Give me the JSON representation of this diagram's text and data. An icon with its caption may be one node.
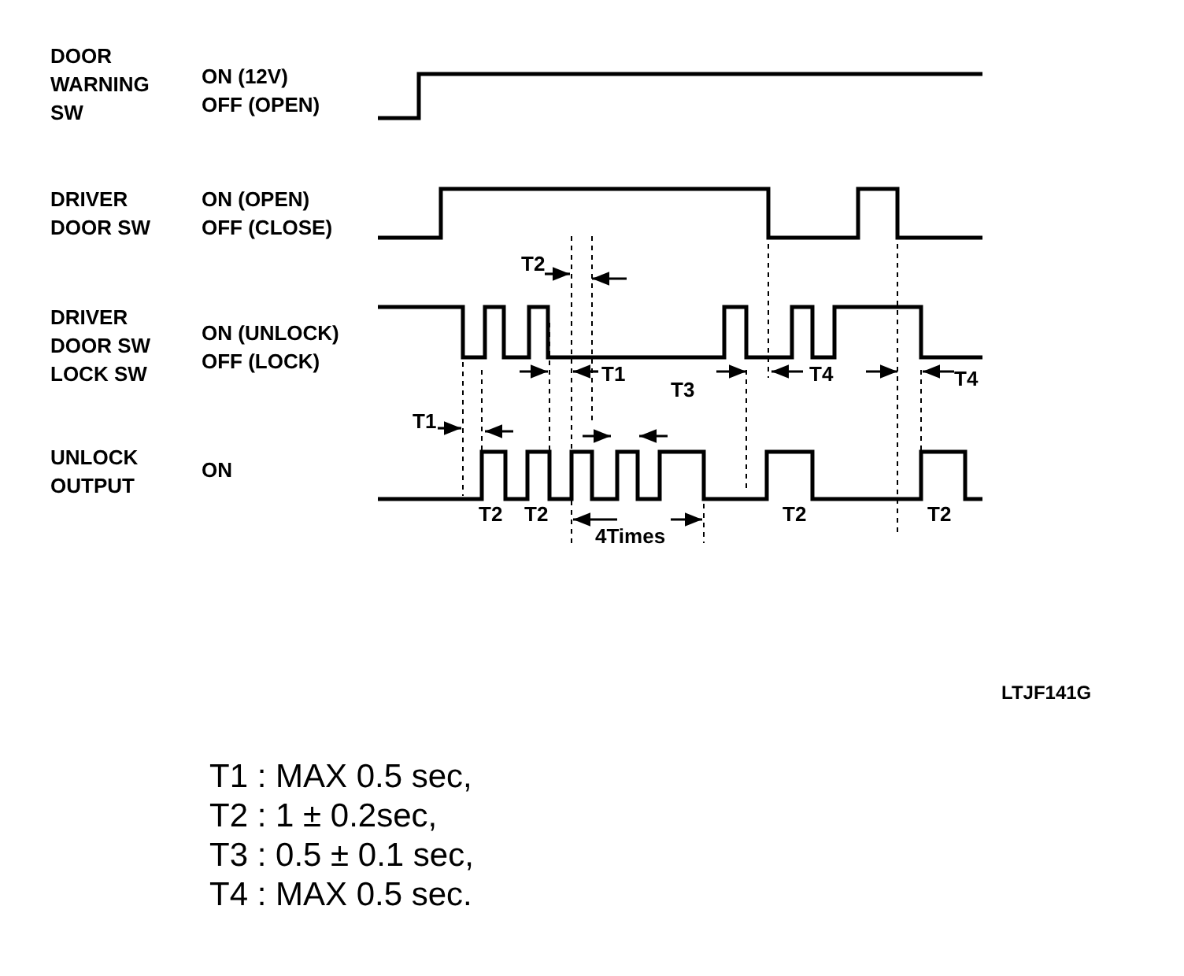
{
  "diagram": {
    "labels": [
      "DOOR WARNING SW",
      "ON (12V)",
      "OFF (OPEN)",
      "DRIVER DOOR SW",
      "ON (OPEN)",
      "OFF (CLOSE)",
      "T2",
      "DRIVER DOOR SW LOCK SW",
      "ON (UNLOCK)",
      "OFF (LOCK)",
      "T1",
      "T3",
      "T4",
      "T4",
      "T1",
      "UNLOCK OUTPUT",
      "ON",
      "T2",
      "T2",
      "4Times",
      "T2",
      "T2",
      "LTJF141G",
      "T1 : MAX 0.5 sec,",
      "T2 : 1 ± 0.2sec,",
      "T3 : 0.5 ± 0.1 sec,",
      "T4 : MAX 0.5 sec."
    ]
  }
}
